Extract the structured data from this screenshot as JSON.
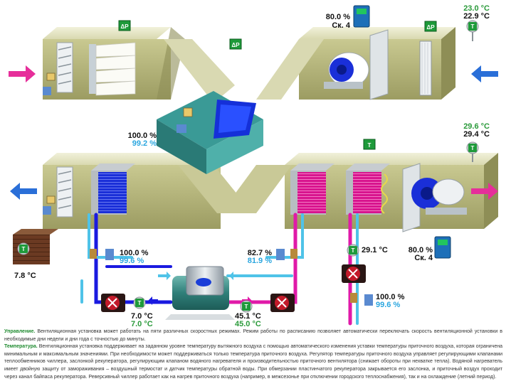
{
  "supply_top": {
    "setpoint": "23.0 °C",
    "actual": "22.9 °C"
  },
  "supply_top_right": {
    "setpoint": "29.6 °C",
    "actual": "29.4 °C"
  },
  "fan_top": {
    "percent": "80.0 %",
    "speed": "Ск. 4"
  },
  "fan_bottom": {
    "percent": "80.0 %",
    "speed": "Ск. 4"
  },
  "recuperator": {
    "percent": "100.0 %",
    "actual": "99.2 %"
  },
  "outdoor": {
    "temp": "7.8 °C"
  },
  "valve_left": {
    "percent": "100.0 %",
    "actual": "99.6 %"
  },
  "valve_mid": {
    "percent": "82.7 %",
    "actual": "81.9 %"
  },
  "valve_right": {
    "percent": "100.0 %",
    "actual": "99.6 %"
  },
  "water_after_heater": {
    "temp": "29.1 °C"
  },
  "chiller_left_temp": {
    "setpoint": "7.0 °C",
    "actual": "7.0 °C"
  },
  "chiller_right_temp": {
    "setpoint": "45.1 °C",
    "actual": "45.0 °C"
  },
  "badges": {
    "dp": "ΔP",
    "t": "T"
  },
  "description": {
    "p1_head": "Управление.",
    "p1_text": " Вентиляционная установка может работать на пяти различных скоростных режимах. Режим работы по расписанию позволяет автоматически переключать скорость вентиляционной установки в необходимые дни недели и дни года с точностью до минуты.",
    "p2_head": "Температура.",
    "p2_text": " Вентиляционная установка поддерживает на заданном уровне температуру вытяжного воздуха с помощью автоматического изменения уставки температуры приточного воздуха, которая ограничена минимальным и максимальным значениями. При необходимости может поддерживаться только температура приточного воздуха. Регулятор температуры приточного воздуха управляет регулирующими клапанами теплообменников чиллера, заслонкой рекуператора, регулирующим клапаном водяного нагревателя и производительностью приточного вентилятора (снижает обороты при нехватке тепла). Водяной нагреватель имеет двойную защиту от замораживания – воздушный термостат и датчик температуры обратной воды. При обмерзании пластинчатого рекуператора закрывается его заслонка, и приточный воздух проходит через канал байпаса рекуператора. Реверсивный чиллер работает как на нагрев приточного воздуха (например, в межсезонье при отключении городского теплоснабжения), так и на охлаждение (летний период)."
  },
  "colors": {
    "duct": "#b4b47c",
    "cold_pipe": "#1a1ae0",
    "hot_pipe": "#e01aa8",
    "water_pipe": "#4fc3e8",
    "recup": "#3a9a96"
  }
}
